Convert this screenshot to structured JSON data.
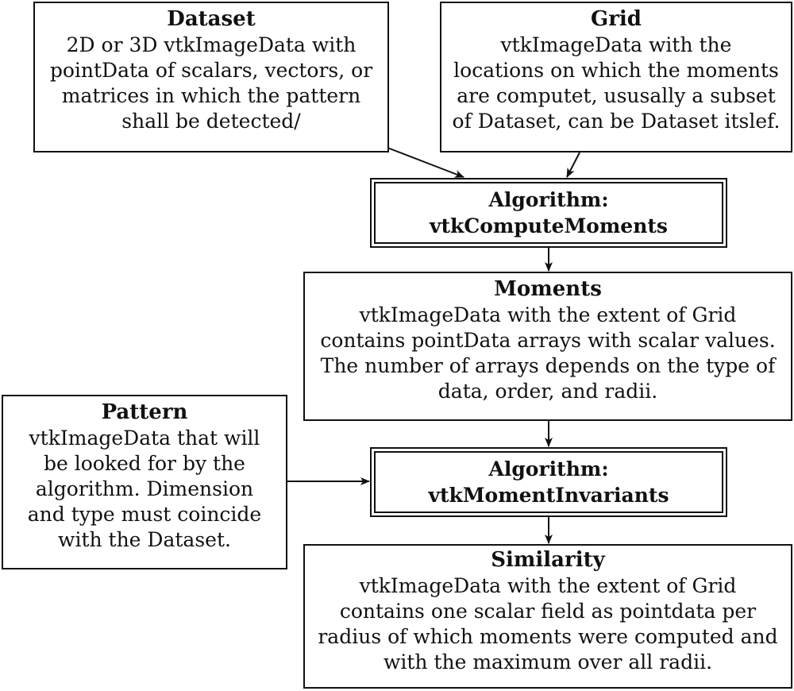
{
  "nodes": {
    "dataset": {
      "title": "Dataset",
      "lines": [
        "2D or 3D vtkImageData with",
        "pointData of scalars, vectors, or",
        "matrices in which the pattern",
        "shall be detected/"
      ]
    },
    "grid": {
      "title": "Grid",
      "lines": [
        "vtkImageData with the",
        "locations on which the moments",
        "are computet, ususally a subset",
        "of Dataset, can be Dataset itslef."
      ]
    },
    "compute_moments": {
      "title_lines": [
        "Algorithm:",
        "vtkComputeMoments"
      ]
    },
    "moments": {
      "title": "Moments",
      "lines": [
        "vtkImageData with the extent of Grid",
        "contains pointData arrays with scalar values.",
        "The number of arrays depends on the type of",
        "data, order, and radii."
      ]
    },
    "pattern": {
      "title": "Pattern",
      "lines": [
        "vtkImageData that will",
        "be looked for by the",
        "algorithm. Dimension",
        "and type must coincide",
        "with the Dataset."
      ]
    },
    "moment_invariants": {
      "title_lines": [
        "Algorithm:",
        "vtkMomentInvariants"
      ]
    },
    "similarity": {
      "title": "Similarity",
      "lines": [
        "vtkImageData with the extent of Grid",
        "contains one scalar field as pointdata per",
        "radius of which moments were computed and",
        "with the maximum over all radii."
      ]
    }
  },
  "edges": [
    {
      "from": "dataset",
      "to": "compute_moments"
    },
    {
      "from": "grid",
      "to": "compute_moments"
    },
    {
      "from": "compute_moments",
      "to": "moments"
    },
    {
      "from": "moments",
      "to": "moment_invariants"
    },
    {
      "from": "pattern",
      "to": "moment_invariants"
    },
    {
      "from": "moment_invariants",
      "to": "similarity"
    }
  ]
}
